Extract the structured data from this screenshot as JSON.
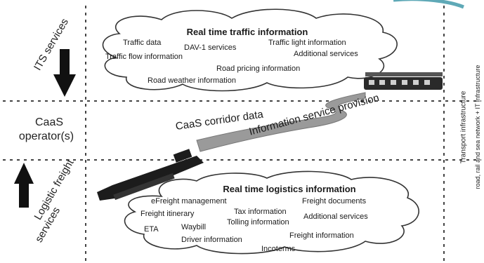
{
  "left_panel": {
    "top_label": "ITS services",
    "middle_label_line1": "CaaS",
    "middle_label_line2": "operator(s)",
    "bottom_label_line1": "Logistic freight",
    "bottom_label_line2": "services"
  },
  "top_cloud": {
    "title": "Real time traffic information",
    "items": [
      "Traffic data",
      "DAV-1 services",
      "Traffic light information",
      "Traffic flow information",
      "Additional services",
      "Road pricing information",
      "Road weather information"
    ]
  },
  "middle": {
    "corridor_label": "CaaS corridor data",
    "provision_label": "Information service provision"
  },
  "bottom_cloud": {
    "title": "Real time logistics information",
    "items": [
      "eFreight management",
      "Freight documents",
      "Freight itinerary",
      "Tax information",
      "Additional services",
      "ETA",
      "Waybill",
      "Tolling information",
      "Driver information",
      "Freight information",
      "Incoterms"
    ]
  },
  "right_panel": {
    "line1": "Transport infrastructure",
    "line2": "road, rail and sea network + IT infrastructure"
  }
}
